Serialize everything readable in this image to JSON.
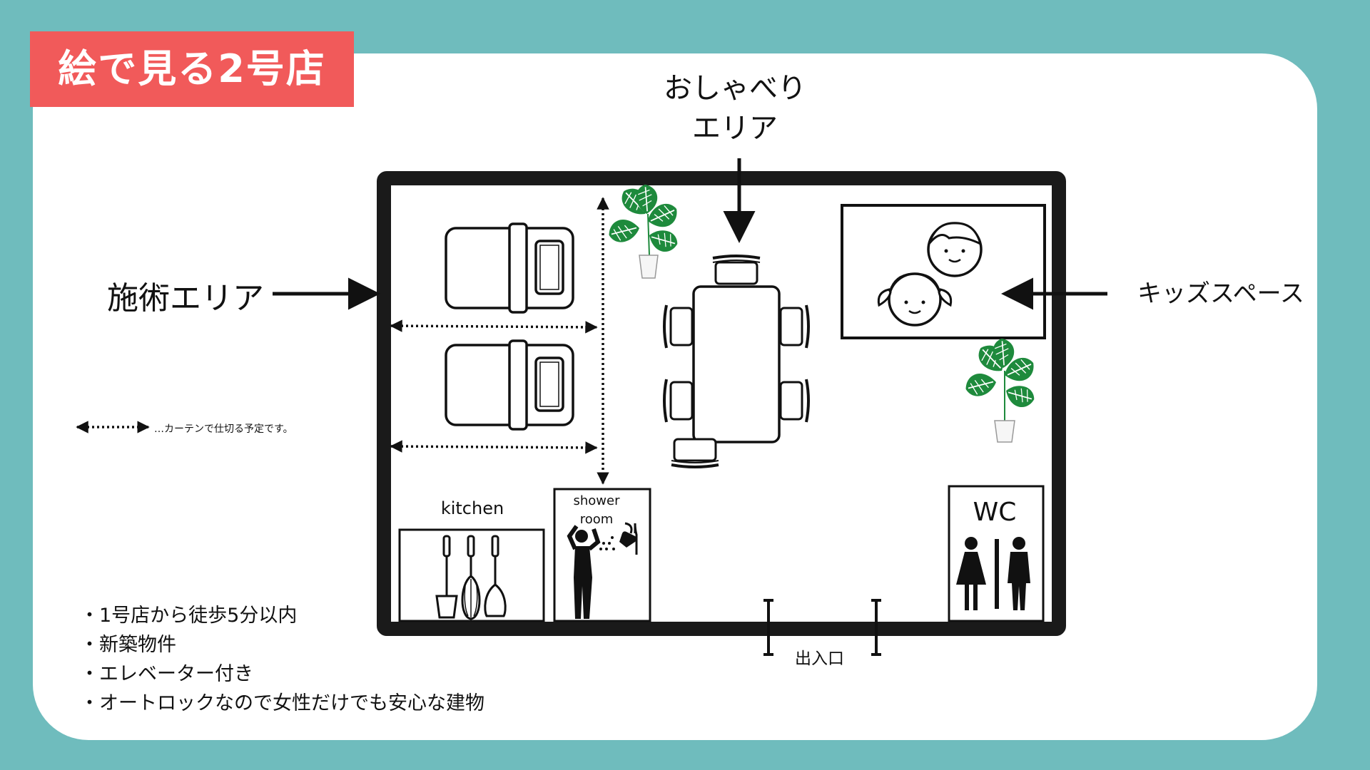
{
  "title": "絵で見る2号店",
  "areas": {
    "talk_line1": "おしゃべり",
    "talk_line2": "エリア",
    "treatment": "施術エリア",
    "kids": "キッズスペース"
  },
  "legend": "…カーテンで仕切る予定です。",
  "rooms": {
    "kitchen": "kitchen",
    "shower_line1": "shower",
    "shower_line2": "room",
    "wc": "WC",
    "entrance": "出入口"
  },
  "features": [
    "・1号店から徒歩5分以内",
    "・新築物件",
    "・エレベーター付き",
    "・オートロックなので女性だけでも安心な建物"
  ],
  "colors": {
    "background": "#6fbcbd",
    "card": "#ffffff",
    "title_badge": "#f15a5a",
    "plant": "#1e8a3c"
  }
}
